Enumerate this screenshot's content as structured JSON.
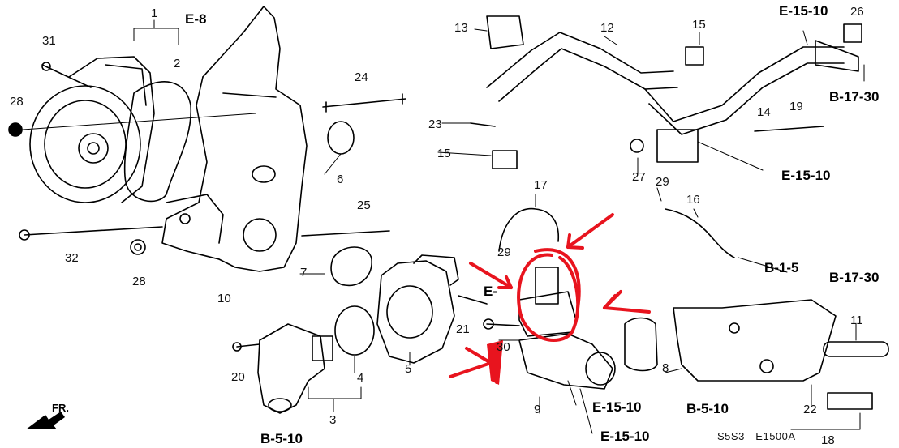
{
  "diagram": {
    "part_numbers": [
      "1",
      "2",
      "3",
      "4",
      "5",
      "6",
      "7",
      "8",
      "9",
      "10",
      "11",
      "12",
      "13",
      "14",
      "15",
      "15",
      "16",
      "17",
      "18",
      "19",
      "20",
      "21",
      "22",
      "23",
      "24",
      "25",
      "26",
      "27",
      "28",
      "28",
      "29",
      "29",
      "30",
      "31",
      "32"
    ],
    "reference_labels": [
      "E-8",
      "E-15-10",
      "B-17-30",
      "E-15-10",
      "B-1-5",
      "B-17-30",
      "E-15-10",
      "B-5-10",
      "E-15-10",
      "B-5-10",
      "E-"
    ],
    "drawing_code": "S5S3—E1500A",
    "direction": "FR.",
    "annotation_color": "#e8141e"
  }
}
